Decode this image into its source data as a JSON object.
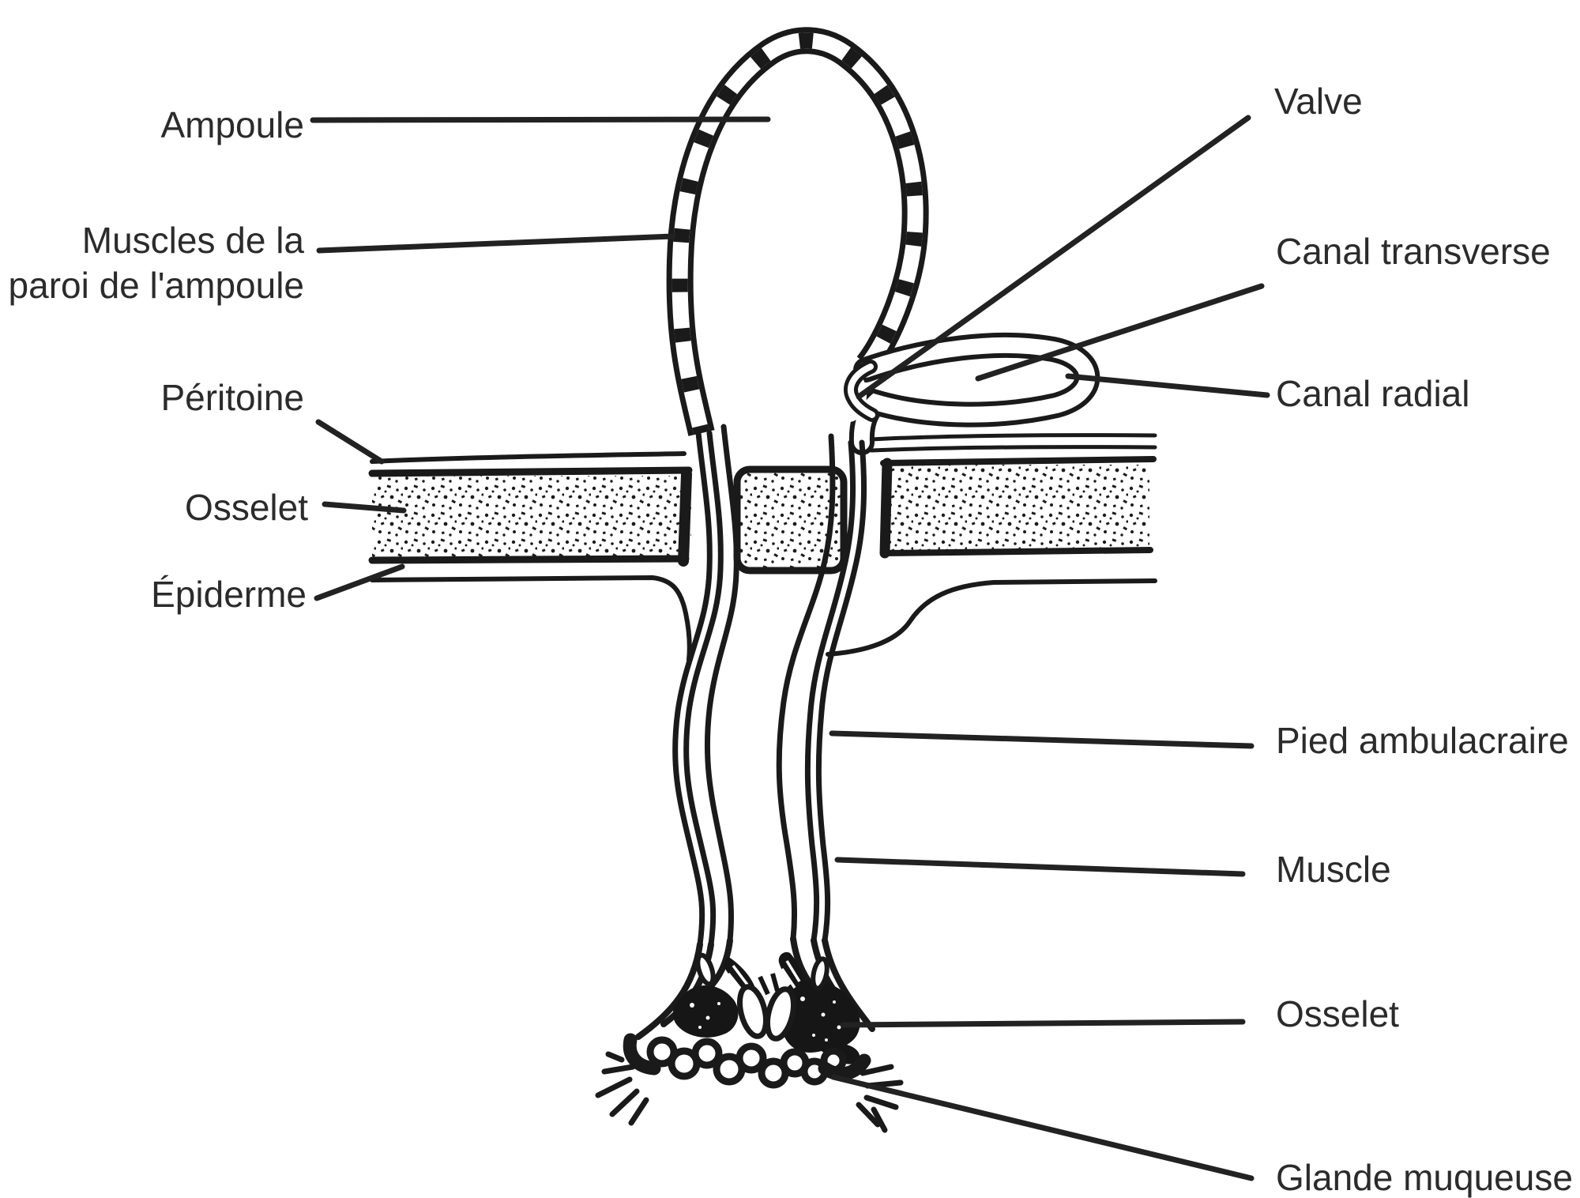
{
  "diagram": {
    "background_color": "#ffffff",
    "ink_color": "#1a1a1a",
    "label_color": "#2b2b2b",
    "labels": {
      "ampoule": "Ampoule",
      "muscles_paroi_ampoule": "Muscles de la\nparoi de l'ampoule",
      "peritoine": "Péritoine",
      "osselet_haut": "Osselet",
      "epiderme": "Épiderme",
      "valve": "Valve",
      "canal_transverse": "Canal transverse",
      "canal_radial": "Canal radial",
      "pied_ambulacraire": "Pied ambulacraire",
      "muscle": "Muscle",
      "osselet_bas": "Osselet",
      "glande_muqueuse": "Glande muqueuse"
    }
  }
}
